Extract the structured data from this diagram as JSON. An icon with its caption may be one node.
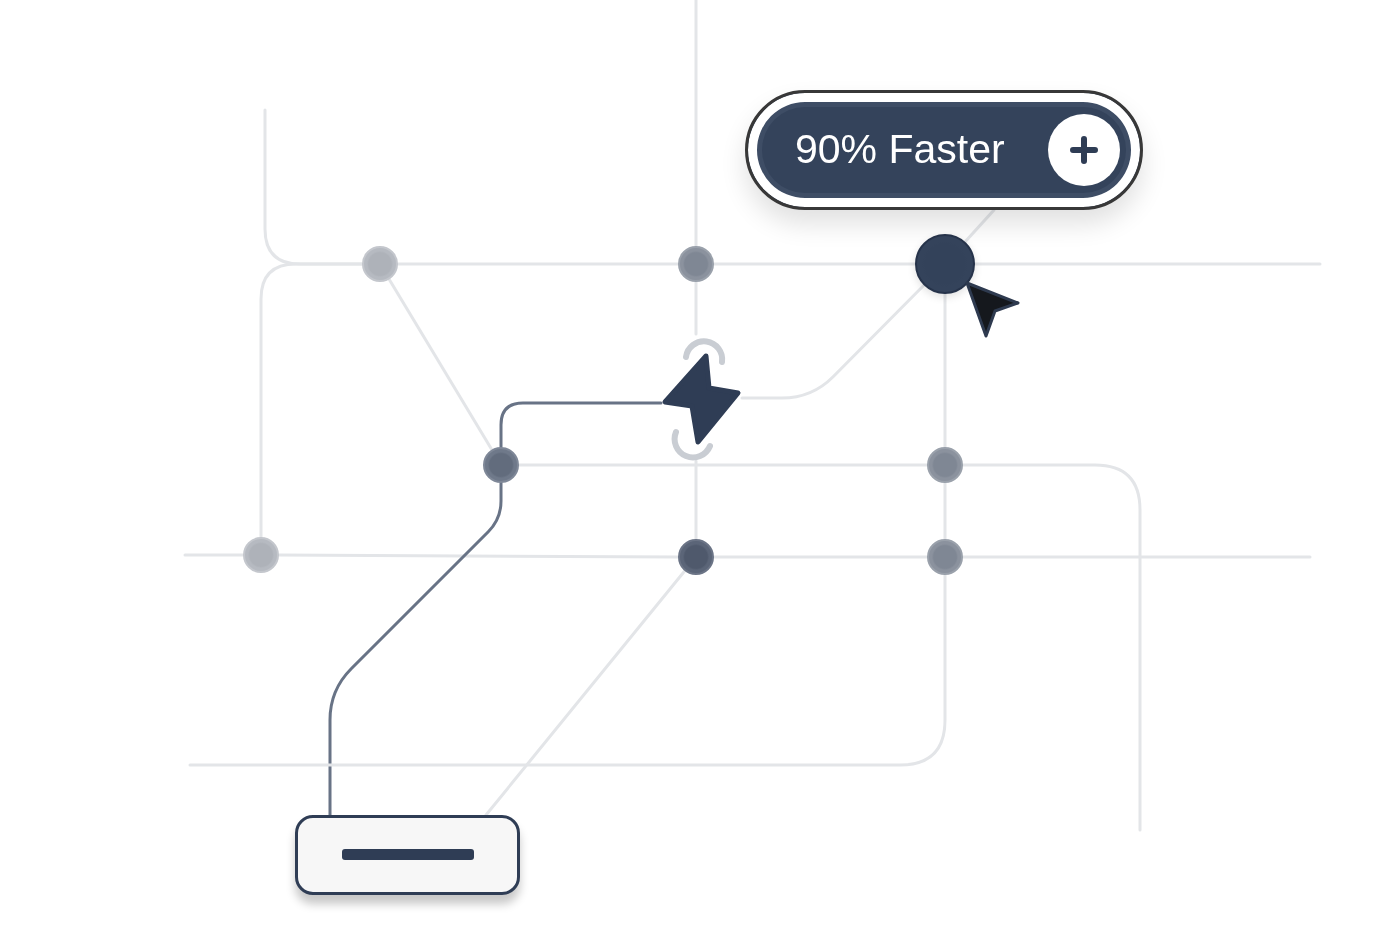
{
  "diagram": {
    "nodes": [
      {
        "text": [
          "90% Faster"
        ]
      },
      {
        "text": [],
        "shape": "circle"
      },
      {
        "text": [],
        "shape": "circle"
      },
      {
        "text": [],
        "shape": "circle"
      },
      {
        "text": [],
        "shape": "picture"
      },
      {
        "text": [],
        "shape": "circle"
      },
      {
        "text": [],
        "shape": "circle"
      },
      {
        "text": [],
        "shape": "circle"
      },
      {
        "text": [],
        "shape": "circle"
      },
      {
        "text": [],
        "shape": "circle"
      },
      {
        "text": [],
        "shape": "box"
      }
    ],
    "edges": [
      {
        "from": 3,
        "to": 0,
        "arrow": "none"
      },
      {
        "from": 1,
        "to": 2,
        "arrow": "none"
      },
      {
        "from": 2,
        "to": 3,
        "arrow": "none"
      },
      {
        "from": 1,
        "to": 5,
        "arrow": "none"
      },
      {
        "from": 2,
        "to": 4,
        "arrow": "none"
      },
      {
        "from": 4,
        "to": 8,
        "arrow": "none"
      },
      {
        "from": 4,
        "to": 3,
        "arrow": "none"
      },
      {
        "from": 5,
        "to": 6,
        "arrow": "none"
      },
      {
        "from": 7,
        "to": 8,
        "arrow": "none"
      },
      {
        "from": 8,
        "to": 9,
        "arrow": "none"
      },
      {
        "from": 3,
        "to": 6,
        "arrow": "none"
      },
      {
        "from": 6,
        "to": 9,
        "arrow": "none"
      },
      {
        "from": 7,
        "to": 1,
        "arrow": "none"
      },
      {
        "from": 8,
        "to": 10,
        "arrow": "none"
      },
      {
        "from": 10,
        "to": 5,
        "arrow": "none",
        "color": "#687386"
      },
      {
        "from": 5,
        "to": 4,
        "arrow": "none",
        "color": "#687386"
      },
      {
        "from": 3,
        "to": null,
        "arrow": "none"
      },
      {
        "from": 2,
        "to": null,
        "arrow": "none"
      },
      {
        "from": 1,
        "to": null,
        "arrow": "none"
      },
      {
        "from": 7,
        "to": null,
        "arrow": "none"
      },
      {
        "from": 9,
        "to": null,
        "arrow": "none"
      },
      {
        "from": 6,
        "to": null,
        "arrow": "none"
      },
      {
        "from": 9,
        "to": null,
        "arrow": "none"
      }
    ]
  }
}
